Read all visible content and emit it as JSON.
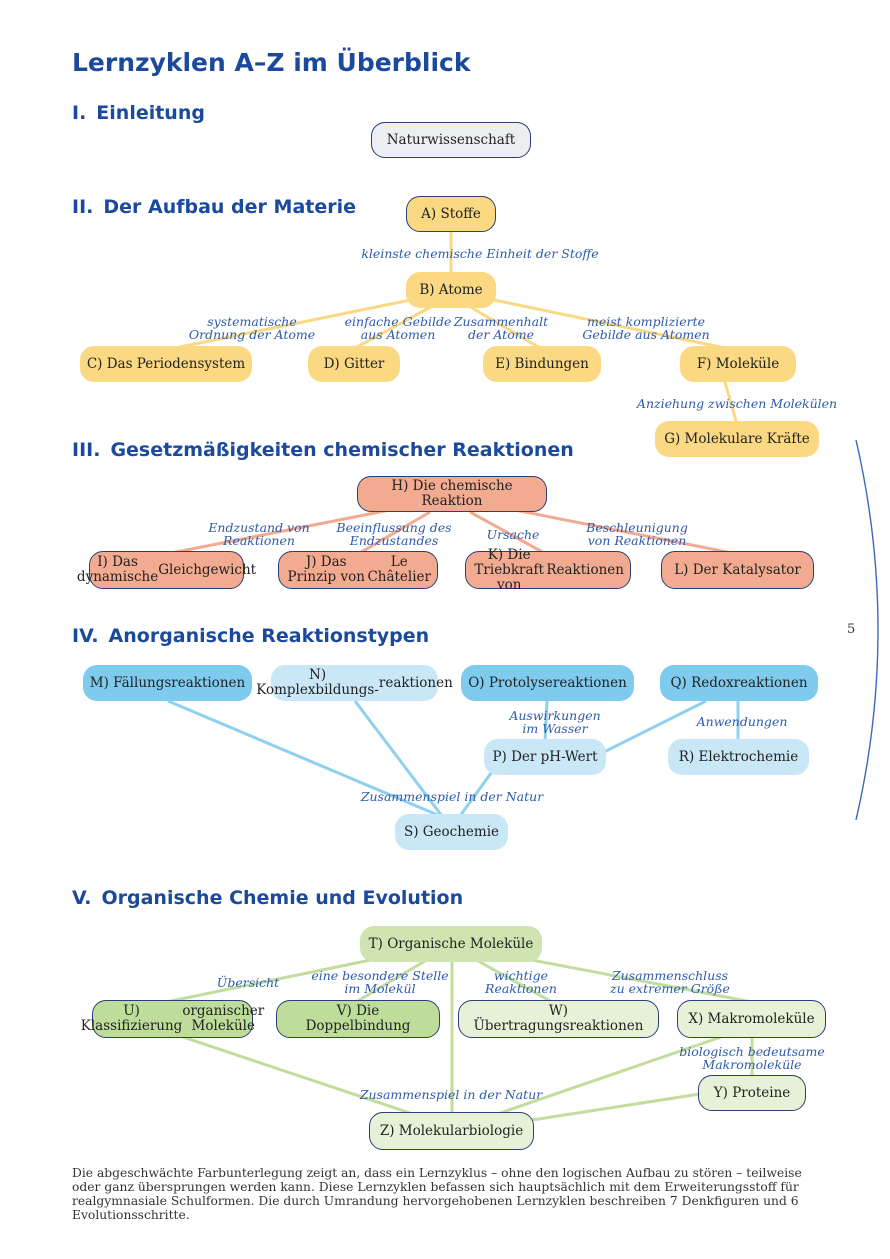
{
  "title": "Lernzyklen A–Z im Überblick",
  "sections": {
    "s1": {
      "num": "I.",
      "name": "Einleitung"
    },
    "s2": {
      "num": "II.",
      "name": "Der Aufbau der Materie"
    },
    "s3": {
      "num": "III.",
      "name": "Gesetzmäßigkeiten chemischer Reaktionen"
    },
    "s4": {
      "num": "IV.",
      "name": "Anorganische Reaktionstypen"
    },
    "s5": {
      "num": "V.",
      "name": "Organische Chemie und Evolution"
    }
  },
  "nodes": {
    "nw": "Naturwissenschaft",
    "a": "A) Stoffe",
    "b": "B) Atome",
    "c": "C) Das Periodensystem",
    "d": "D) Gitter",
    "e": "E) Bindungen",
    "f": "F) Moleküle",
    "g": "G) Molekulare Kräfte",
    "h": "H) Die chemische Reaktion",
    "i1": "I) Das dynamische",
    "i2": "Gleichgewicht",
    "j1": "J) Das Prinzip von",
    "j2": "Le Châtelier",
    "k1": "K) Die Triebkraft von",
    "k2": "Reaktionen",
    "l": "L) Der Katalysator",
    "m": "M) Fällungsreaktionen",
    "n1": "N) Komplexbildungs-",
    "n2": "reaktionen",
    "o": "O) Protolysereaktionen",
    "q": "Q) Redoxreaktionen",
    "p": "P) Der pH-Wert",
    "r": "R) Elektrochemie",
    "s": "S) Geochemie",
    "t": "T) Organische Moleküle",
    "u1": "U) Klassifizierung",
    "u2": "organischer Moleküle",
    "v": "V) Die Doppelbindung",
    "w": "W) Übertragungsreaktionen",
    "x": "X) Makromoleküle",
    "y": "Y) Proteine",
    "z": "Z) Molekularbiologie"
  },
  "labels": {
    "ab": "kleinste chemische Einheit der Stoffe",
    "bc1": "systematische",
    "bc2": "Ordnung der Atome",
    "bd1": "einfache Gebilde",
    "bd2": "aus Atomen",
    "be1": "Zusammenhalt",
    "be2": "der Atome",
    "bf1": "meist komplizierte",
    "bf2": "Gebilde aus Atomen",
    "fg": "Anziehung zwischen Molekülen",
    "hi1": "Endzustand von",
    "hi2": "Reaktionen",
    "hj1": "Beeinflussung des",
    "hj2": "Endzustandes",
    "hk": "Ursache",
    "hl1": "Beschleunigung",
    "hl2": "von Reaktionen",
    "op1": "Auswirkungen",
    "op2": "im Wasser",
    "qr": "Anwendungen",
    "s": "Zusammenspiel in der Natur",
    "tu": "Übersicht",
    "tv1": "eine besondere Stelle",
    "tv2": "im Molekül",
    "tw1": "wichtige",
    "tw2": "Reaktionen",
    "tx1": "Zusammenschluss",
    "tx2": "zu extremer Größe",
    "xy1": "biologisch bedeutsame",
    "xy2": "Makromoleküle",
    "z": "Zusammenspiel in der Natur"
  },
  "page_number": "5",
  "footer": "Die abgeschwächte Farbunterlegung zeigt an, dass ein Lernzyklus – ohne den logischen Aufbau zu stören – teilweise oder ganz übersprungen werden kann. Diese Lernzyklen befassen sich hauptsächlich mit dem Erweiterungsstoff für realgymnasiale Schulformen. Die durch Umrandung hervorgehobenen Lernzyklen beschreiben 7 Denkfiguren und 6 Evolutionsschritte.",
  "colors": {
    "heading": "#1b4a9c",
    "label": "#2e5aa8",
    "yellow": "#fbd983",
    "salmon": "#f2ab90",
    "blue": "#7fcbee",
    "light_blue": "#c9e7f7",
    "green": "#d5e8b8",
    "border": "#2a3f77"
  }
}
